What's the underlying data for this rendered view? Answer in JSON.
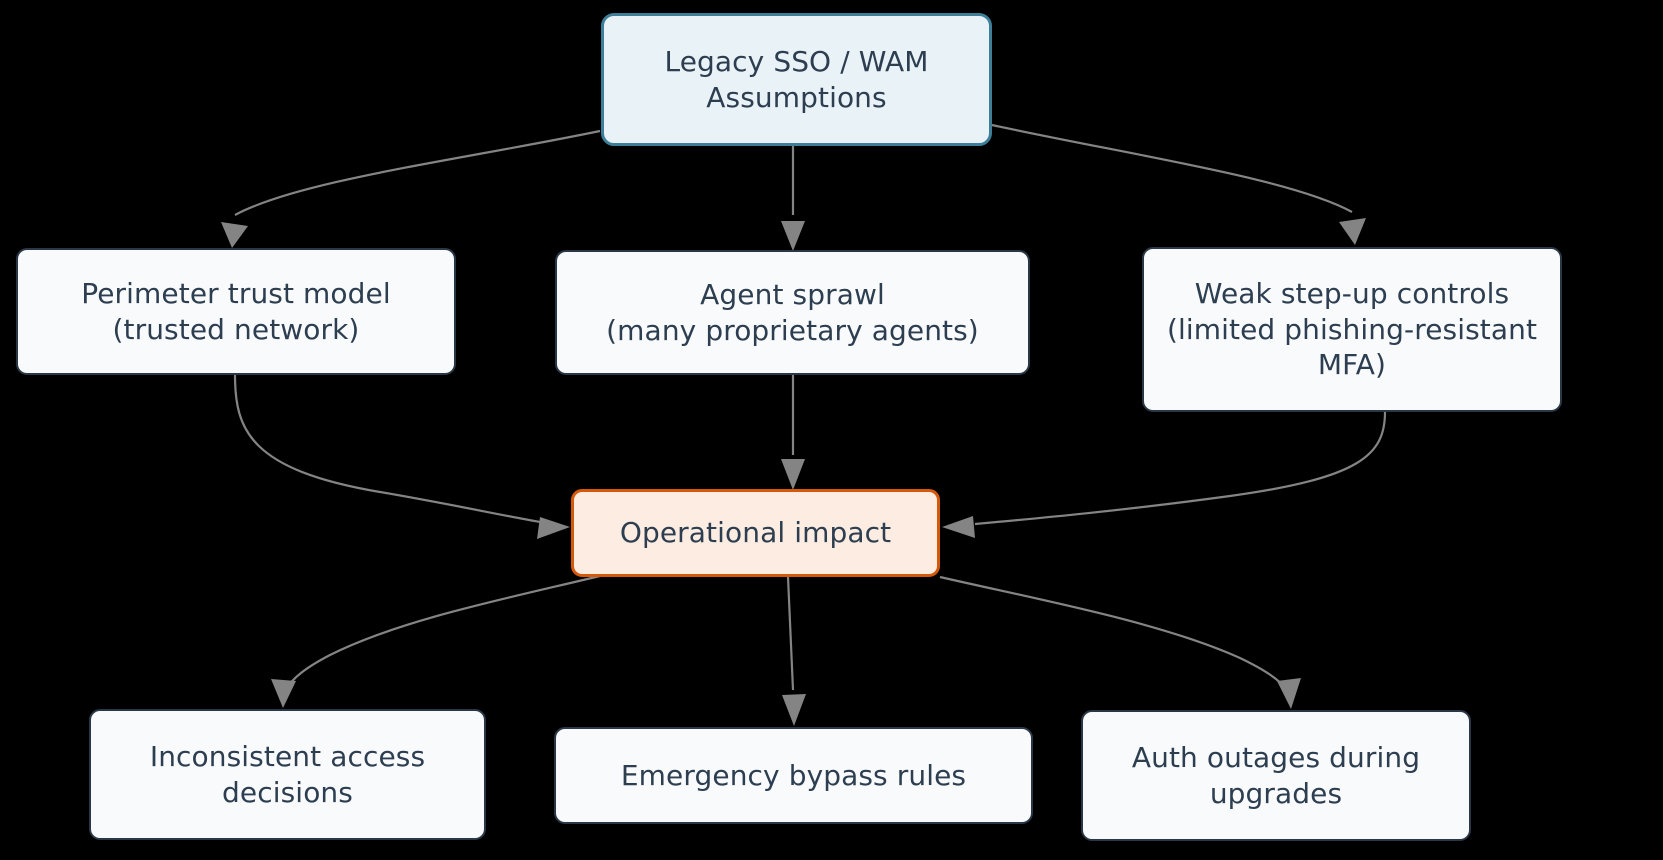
{
  "diagram": {
    "type": "flowchart",
    "direction": "top-down",
    "background_color": "#000000",
    "edge_color": "#848484",
    "nodes": [
      {
        "id": "legacy",
        "label": "Legacy SSO / WAM\nAssumptions",
        "style": "start",
        "fill": "#e9f2f7",
        "border": "#3d7f99",
        "text_color": "#2d3e50"
      },
      {
        "id": "perimeter",
        "label": "Perimeter trust model\n(trusted network)",
        "style": "default",
        "fill": "#f8fafc",
        "border": "#2a3746",
        "text_color": "#2d3e50"
      },
      {
        "id": "sprawl",
        "label": "Agent sprawl\n(many proprietary agents)",
        "style": "default",
        "fill": "#f8fafc",
        "border": "#2a3746",
        "text_color": "#2d3e50"
      },
      {
        "id": "stepup",
        "label": "Weak step-up controls\n(limited phishing-resistant\nMFA)",
        "style": "default",
        "fill": "#f8fafc",
        "border": "#2a3746",
        "text_color": "#2d3e50"
      },
      {
        "id": "impact",
        "label": "Operational impact",
        "style": "impact",
        "fill": "#fcece1",
        "border": "#d4590b",
        "text_color": "#2d3e50"
      },
      {
        "id": "inconsistent",
        "label": "Inconsistent access\ndecisions",
        "style": "default",
        "fill": "#f8fafc",
        "border": "#2a3746",
        "text_color": "#2d3e50"
      },
      {
        "id": "bypass",
        "label": "Emergency bypass rules",
        "style": "default",
        "fill": "#f8fafc",
        "border": "#2a3746",
        "text_color": "#2d3e50"
      },
      {
        "id": "outages",
        "label": "Auth outages during\nupgrades",
        "style": "default",
        "fill": "#f8fafc",
        "border": "#2a3746",
        "text_color": "#2d3e50"
      }
    ],
    "edges": [
      {
        "from": "legacy",
        "to": "perimeter"
      },
      {
        "from": "legacy",
        "to": "sprawl"
      },
      {
        "from": "legacy",
        "to": "stepup"
      },
      {
        "from": "perimeter",
        "to": "impact"
      },
      {
        "from": "sprawl",
        "to": "impact"
      },
      {
        "from": "stepup",
        "to": "impact"
      },
      {
        "from": "impact",
        "to": "inconsistent"
      },
      {
        "from": "impact",
        "to": "bypass"
      },
      {
        "from": "impact",
        "to": "outages"
      }
    ]
  }
}
